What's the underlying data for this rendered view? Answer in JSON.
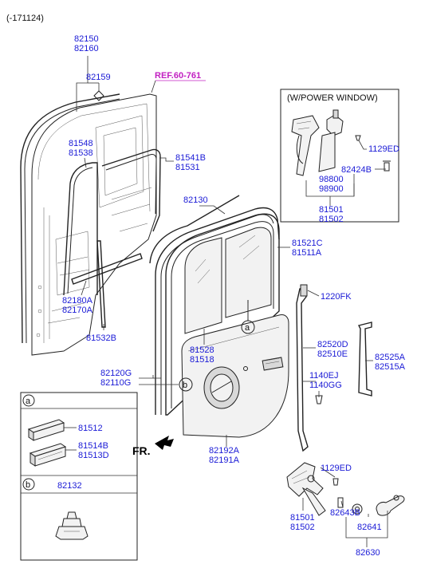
{
  "header": {
    "code": "(-171124)"
  },
  "ref_label": "REF.60-761",
  "power_window_title": "(W/POWER WINDOW)",
  "front_label": "FR.",
  "callouts": {
    "a": "a",
    "b": "b"
  },
  "labels": {
    "l82150": "82150",
    "l82160": "82160",
    "l82159": "82159",
    "l81548": "81548",
    "l81538": "81538",
    "l81541B": "81541B",
    "l81531": "81531",
    "l82130": "82130",
    "l82180A": "82180A",
    "l82170A": "82170A",
    "l81532B": "81532B",
    "l81521C": "81521C",
    "l81511A": "81511A",
    "l81528": "81528",
    "l81518": "81518",
    "l82120G": "82120G",
    "l82110G": "82110G",
    "l82192A": "82192A",
    "l82191A": "82191A",
    "l1129ED_a": "1129ED",
    "l82424B": "82424B",
    "l98800": "98800",
    "l98900": "98900",
    "l81501_a": "81501",
    "l81502_a": "81502",
    "l1220FK": "1220FK",
    "l82520D": "82520D",
    "l82510E": "82510E",
    "l82525A": "82525A",
    "l82515A": "82515A",
    "l1140EJ": "1140EJ",
    "l1140GG": "1140GG",
    "l1129ED_b": "1129ED",
    "l81501_b": "81501",
    "l81502_b": "81502",
    "l82643B": "82643B",
    "l82641": "82641",
    "l82630": "82630"
  },
  "legend": {
    "a_marker": "a",
    "a_parts": [
      "81512",
      "81514B",
      "81513D"
    ],
    "b_marker": "b",
    "b_part": "82132"
  }
}
